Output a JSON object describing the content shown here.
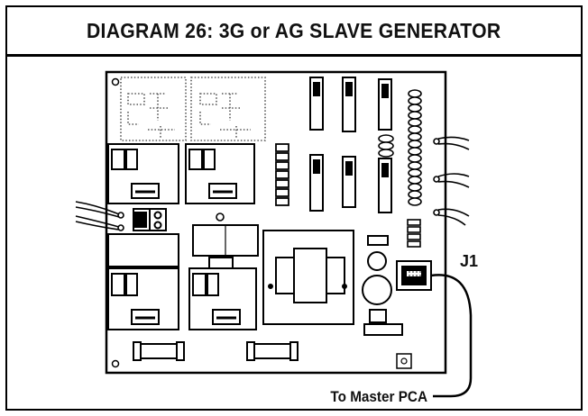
{
  "diagram": {
    "title": "DIAGRAM 26:  3G  or AG SLAVE GENERATOR",
    "connector_label": "J1",
    "cable_label": "To Master PCA"
  }
}
